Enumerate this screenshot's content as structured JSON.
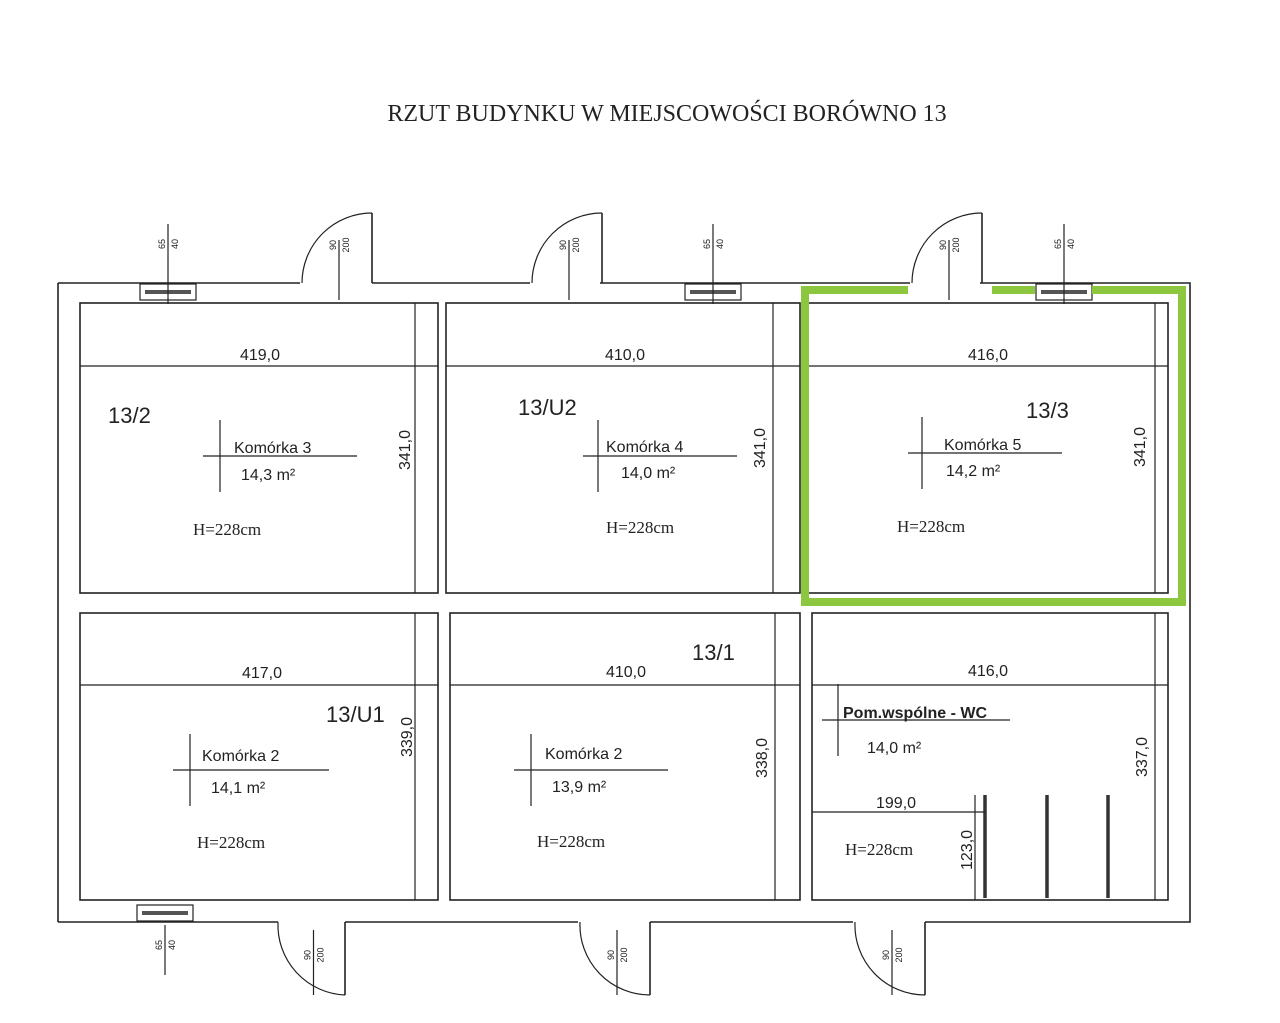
{
  "title": "RZUT BUDYNKU  W MIEJSCOWOŚCI BORÓWNO 13",
  "highlight_color": "#8dc63f",
  "window_dims": {
    "width": "65",
    "height": "40"
  },
  "door_dims": {
    "width": "90",
    "height": "200"
  },
  "rooms": [
    {
      "unit": "13/2",
      "name": "Komórka 3",
      "area": "14,3 m²",
      "width": "419,0",
      "length": "341,0",
      "height": "H=228cm"
    },
    {
      "unit": "13/U2",
      "name": "Komórka 4",
      "area": "14,0 m²",
      "width": "410,0",
      "length": "341,0",
      "height": "H=228cm"
    },
    {
      "unit": "13/3",
      "name": "Komórka 5",
      "area": "14,2 m²",
      "width": "416,0",
      "length": "341,0",
      "height": "H=228cm",
      "highlighted": true
    },
    {
      "unit": "13/U1",
      "name": "Komórka 2",
      "area": "14,1 m²",
      "width": "417,0",
      "length": "339,0",
      "height": "H=228cm"
    },
    {
      "unit": "13/1",
      "name": "Komórka 2",
      "area": "13,9 m²",
      "width": "410,0",
      "length": "338,0",
      "height": "H=228cm"
    },
    {
      "unit": "",
      "name": "Pom.wspólne - WC",
      "area": "14,0 m²",
      "width": "416,0",
      "length": "337,0",
      "height": "H=228cm",
      "wc_width": "199,0",
      "wc_length": "123,0"
    }
  ]
}
